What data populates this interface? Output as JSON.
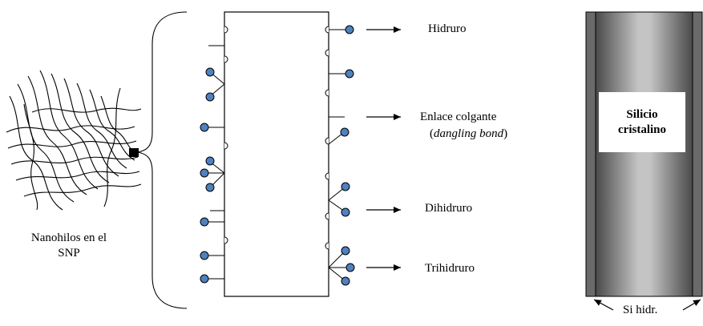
{
  "labels": {
    "hydride": "Hidruro",
    "dangling_line1": "Enlace colgante",
    "dangling_open": "(",
    "dangling_italic": "dangling bond",
    "dangling_close": ")",
    "dihydride": "Dihidruro",
    "trihydride": "Trihidruro",
    "nanowires_line1": "Nanohilos en el",
    "nanowires_line2": "SNP",
    "silicon_line1": "Silicio",
    "silicon_line2": "cristalino",
    "si_hydrogenated": "Si hidr."
  },
  "colors": {
    "hydrogen_atom": "#4f81bd",
    "outline": "#000000",
    "silicon_dark": "#3a3a3a",
    "silicon_light": "#bdbdbd"
  }
}
